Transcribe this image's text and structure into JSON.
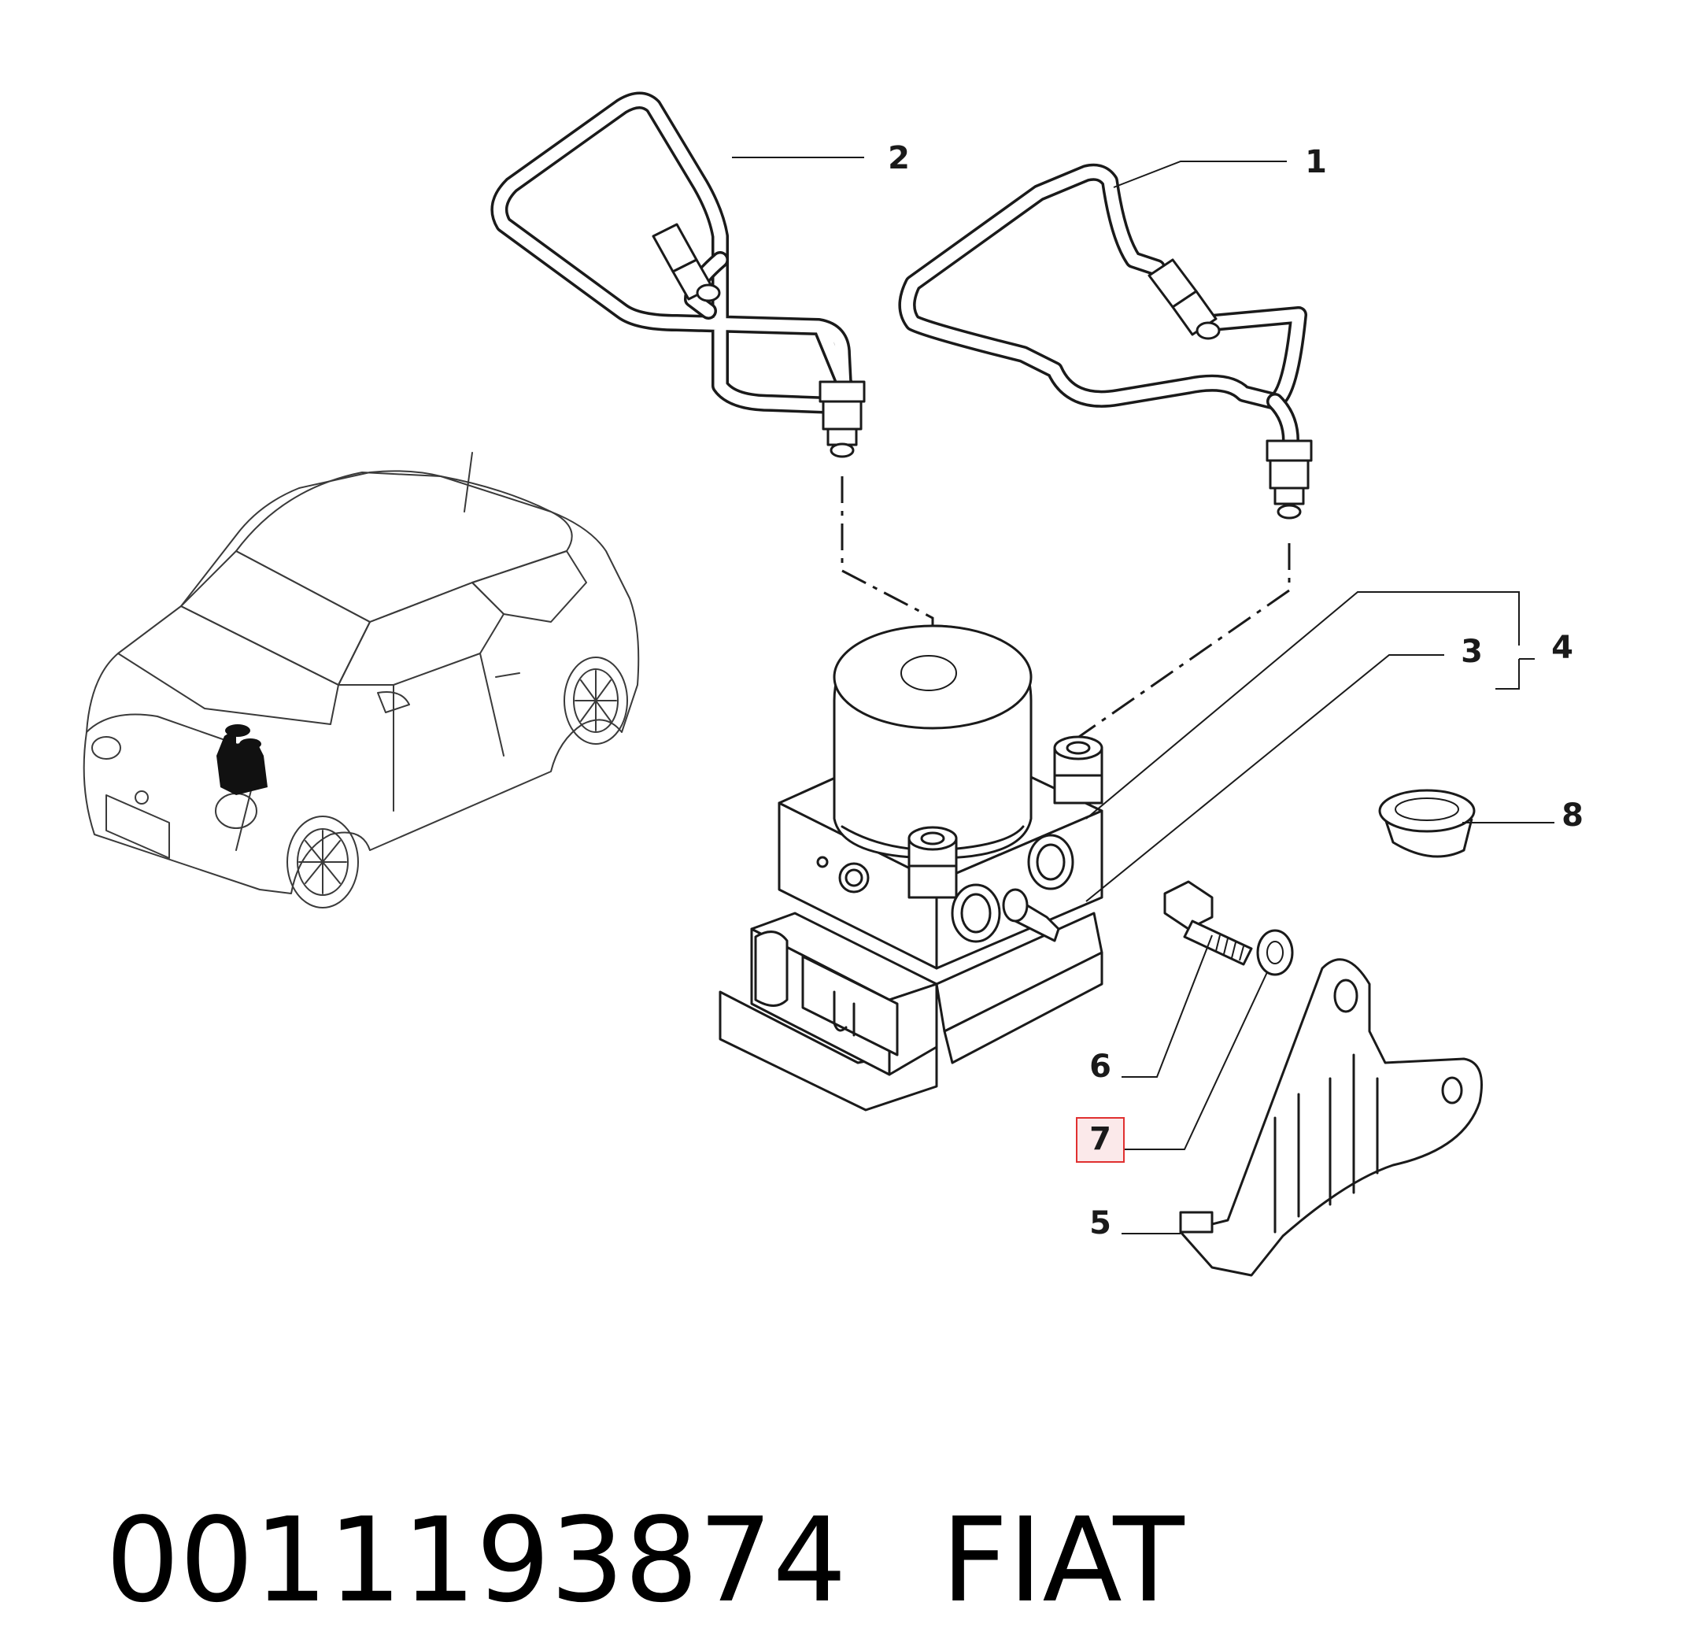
{
  "diagram": {
    "callouts": [
      {
        "id": "1",
        "label": "1"
      },
      {
        "id": "2",
        "label": "2"
      },
      {
        "id": "3",
        "label": "3"
      },
      {
        "id": "4",
        "label": "4"
      },
      {
        "id": "5",
        "label": "5"
      },
      {
        "id": "6",
        "label": "6"
      },
      {
        "id": "7",
        "label": "7",
        "highlighted": true
      },
      {
        "id": "8",
        "label": "8"
      }
    ],
    "highlight_color": "#e03030"
  },
  "footer": {
    "part_number": "0011193874",
    "brand": "FIAT"
  }
}
